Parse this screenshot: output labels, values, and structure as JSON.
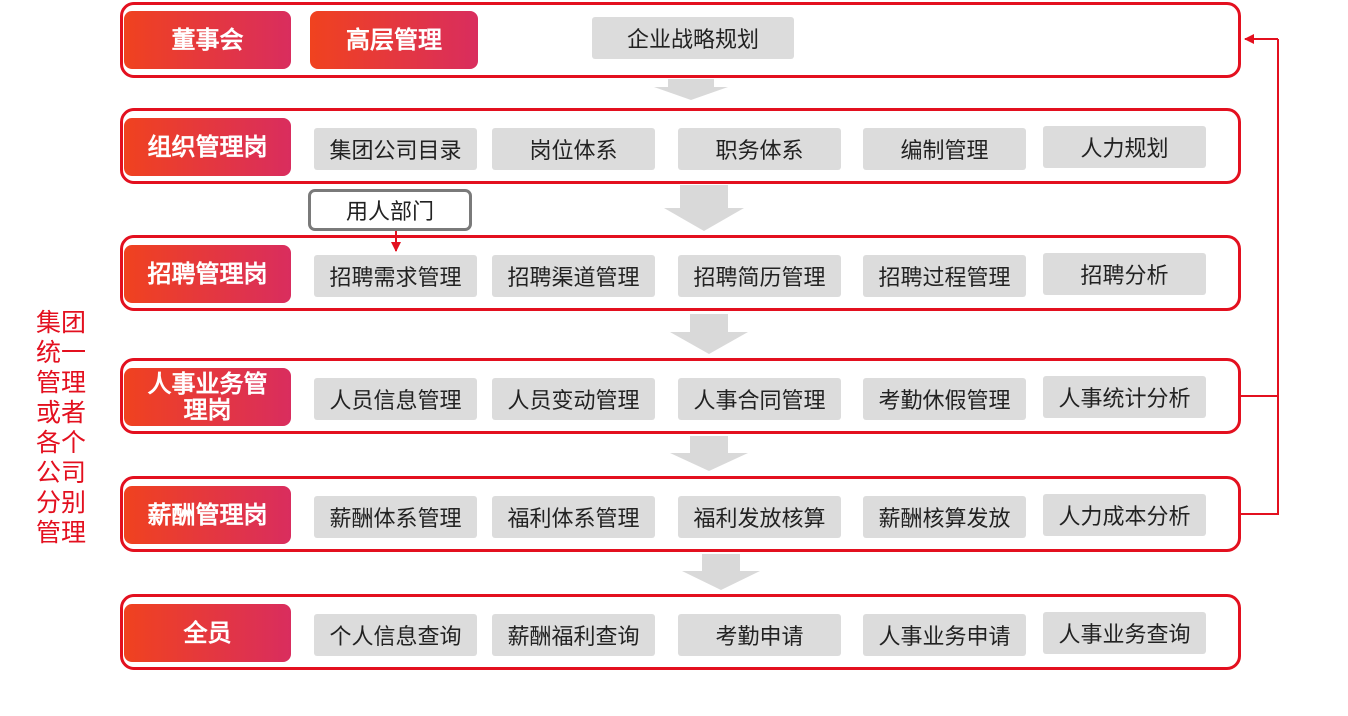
{
  "side_label": "集团统一管理或者各个公司分别管理",
  "dept_label": "用人部门",
  "rows": [
    {
      "role": "董事会",
      "role2": "高层管理",
      "items": [
        "企业战略规划"
      ]
    },
    {
      "role": "组织管理岗",
      "items": [
        "集团公司目录",
        "岗位体系",
        "职务体系",
        "编制管理",
        "人力规划"
      ]
    },
    {
      "role": "招聘管理岗",
      "items": [
        "招聘需求管理",
        "招聘渠道管理",
        "招聘简历管理",
        "招聘过程管理",
        "招聘分析"
      ]
    },
    {
      "role": "人事业务管理岗",
      "items": [
        "人员信息管理",
        "人员变动管理",
        "人事合同管理",
        "考勤休假管理",
        "人事统计分析"
      ]
    },
    {
      "role": "薪酬管理岗",
      "items": [
        "薪酬体系管理",
        "福利体系管理",
        "福利发放核算",
        "薪酬核算发放",
        "人力成本分析"
      ]
    },
    {
      "role": "全员",
      "items": [
        "个人信息查询",
        "薪酬福利查询",
        "考勤申请",
        "人事业务申请",
        "人事业务查询"
      ]
    }
  ],
  "colors": {
    "accent": "#e3101f",
    "gradient_start": "#f0421f",
    "gradient_end": "#d92d5e",
    "item_bg": "#dcdcdc",
    "arrow": "#d9d9d9"
  }
}
